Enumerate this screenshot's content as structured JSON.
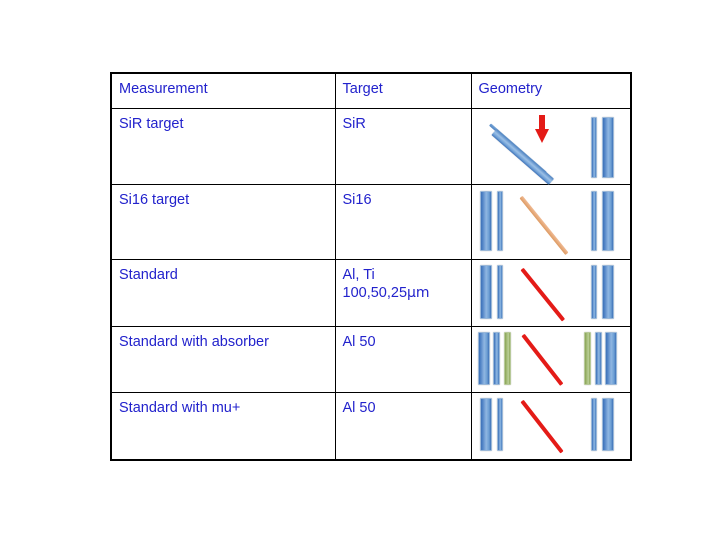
{
  "slide": {
    "background_color": "#ffffff",
    "text_color": "#2222cc",
    "border_color": "#000000"
  },
  "table": {
    "headers": [
      {
        "label": "Measurement"
      },
      {
        "label": "Target"
      },
      {
        "label": "Geometry"
      }
    ],
    "rows": [
      {
        "measurement": "SiR target",
        "target": "SiR",
        "geometry": {
          "description": "tilted-target-with-beam-arrow-and-two-detectors",
          "elements": [
            "diagonal-blue-target-bar",
            "diagonal-thin-blue-line",
            "red-down-arrow",
            "thin-blue-detector-bar",
            "wide-blue-detector-bar"
          ]
        }
      },
      {
        "measurement": "Si16 target",
        "target": "Si16",
        "geometry": {
          "description": "two-detector-pairs-with-orange-diagonal-beam",
          "elements": [
            "wide-blue-detector-bar",
            "thin-blue-detector-bar",
            "orange-diagonal-beam",
            "thin-blue-detector-bar",
            "wide-blue-detector-bar"
          ]
        }
      },
      {
        "measurement": "Standard",
        "target": "Al, Ti\n100,50,25 μm",
        "target_line1": "Al, Ti",
        "target_line2_value": "100,50,25",
        "target_line2_unit": "μm",
        "geometry": {
          "description": "two-detector-pairs-with-red-diagonal-beam",
          "elements": [
            "wide-blue-detector-bar",
            "thin-blue-detector-bar",
            "red-diagonal-beam",
            "thin-blue-detector-bar",
            "wide-blue-detector-bar"
          ]
        }
      },
      {
        "measurement": "Standard with absorber",
        "target": "Al 50",
        "geometry": {
          "description": "two-detector-triplets-with-green-absorber-and-red-diagonal-beam",
          "elements": [
            "wide-blue-detector-bar",
            "thin-blue-detector-bar",
            "green-absorber-bar",
            "red-diagonal-beam",
            "green-absorber-bar",
            "thin-blue-detector-bar",
            "wide-blue-detector-bar"
          ]
        }
      },
      {
        "measurement": "Standard with mu+",
        "target": "Al 50",
        "geometry": {
          "description": "two-detector-pairs-with-red-diagonal-beam",
          "elements": [
            "wide-blue-detector-bar",
            "thin-blue-detector-bar",
            "red-diagonal-beam",
            "thin-blue-detector-bar",
            "wide-blue-detector-bar"
          ]
        }
      }
    ]
  },
  "colors": {
    "text_blue": "#2222cc",
    "detector_blue": "#4d81c4",
    "detector_blue_light": "#8fb6e2",
    "absorber_green": "#9cb469",
    "beam_red": "#e41b17",
    "beam_orange": "#e8a87c"
  }
}
